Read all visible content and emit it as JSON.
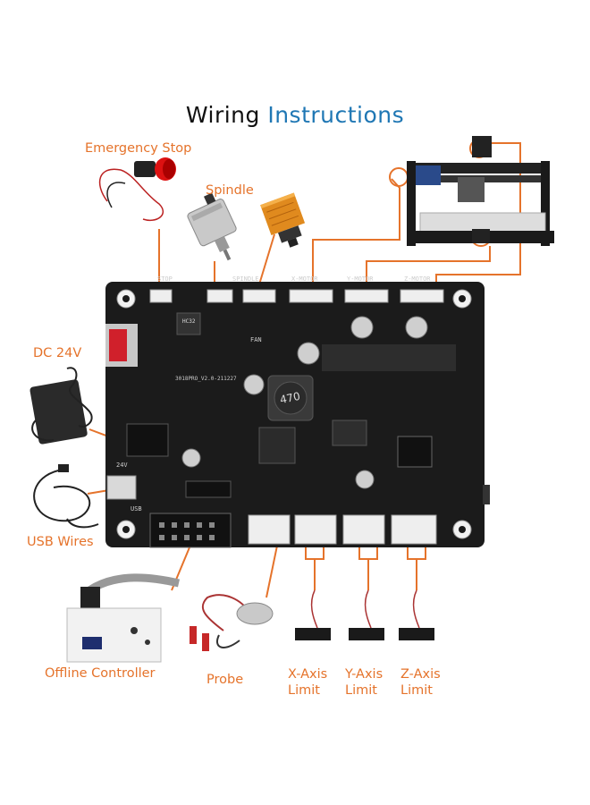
{
  "title": {
    "part1": "Wiring ",
    "part2": "Instructions"
  },
  "labels": {
    "emergency_stop": "Emergency Stop",
    "spindle": "Spindle",
    "dc24v": "DC 24V",
    "usb_wires": "USB Wires",
    "offline_controller": "Offline Controller",
    "probe": "Probe",
    "x_axis_limit_line1": "X-Axis",
    "x_axis_limit_line2": "Limit",
    "y_axis_limit_line1": "Y-Axis",
    "y_axis_limit_line2": "Limit",
    "z_axis_limit_line1": "Z-Axis",
    "z_axis_limit_line2": "Limit"
  },
  "board": {
    "inductor_marking": "470",
    "silk_stop": "STOP",
    "silk_spindle": "SPINDLE",
    "silk_fan": "FAN",
    "silk_x": "X-MOTOR",
    "silk_y": "Y-MOTOR",
    "silk_z": "Z-MOTOR",
    "silk_power": "24V",
    "silk_usb": "USB",
    "silk_version": "3018PRO_V2.0-211227",
    "silk_ic": "HC32"
  },
  "colors": {
    "accent": "#e5732b",
    "title_blue": "#1f77b4",
    "board": "#1b1b1b"
  },
  "icons": [
    "emergency-stop-icon",
    "spindle-motor-icon",
    "laser-module-icon",
    "cnc-machine-icon",
    "power-adapter-icon",
    "usb-cable-icon",
    "offline-controller-icon",
    "probe-icon",
    "limit-switch-icon"
  ]
}
